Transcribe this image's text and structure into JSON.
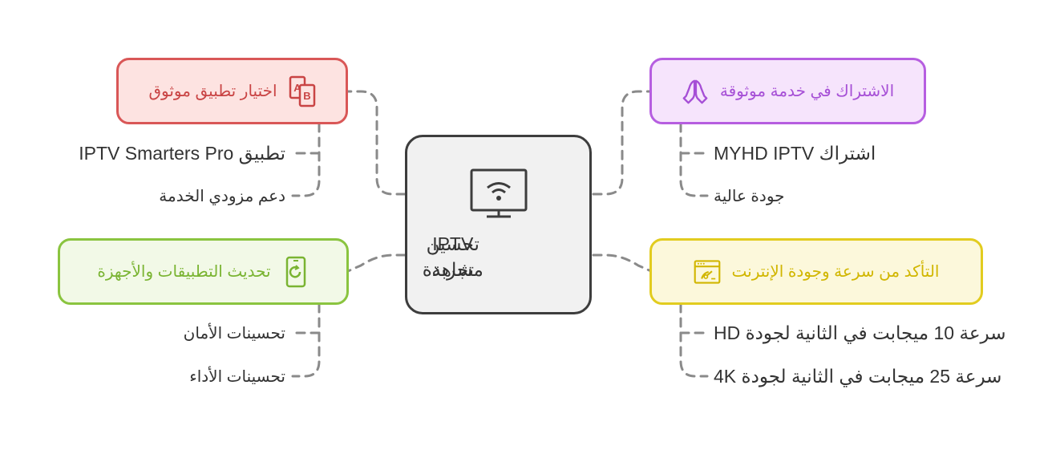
{
  "center": {
    "line1": "تحسين تجربة",
    "line2": "IPTV مشاهدة",
    "icon": "smart-tv-icon",
    "colors": {
      "border": "#3d3d3d",
      "fill": "#f1f1f1"
    }
  },
  "branches": {
    "app": {
      "label": "اختيار تطبيق موثوق",
      "icon": "ab-test-icon",
      "colors": {
        "border": "#d95757",
        "fill": "#fde3e1",
        "text": "#c94444"
      },
      "items": [
        "تطبيق IPTV Smarters Pro",
        "دعم مزودي الخدمة"
      ]
    },
    "subscription": {
      "label": "الاشتراك في خدمة موثوقة",
      "icon": "praying-hands-icon",
      "colors": {
        "border": "#b65ee0",
        "fill": "#f6e4fc",
        "text": "#a64fd6"
      },
      "items": [
        "اشتراك MYHD IPTV",
        "جودة عالية"
      ]
    },
    "update": {
      "label": "تحديث التطبيقات والأجهزة",
      "icon": "phone-refresh-icon",
      "colors": {
        "border": "#8ac43f",
        "fill": "#f2f9e7",
        "text": "#7ab432"
      },
      "items": [
        "تحسينات الأمان",
        "تحسينات الأداء"
      ]
    },
    "internet": {
      "label": "التأكد من سرعة وجودة الإنترنت",
      "icon": "browser-speed-icon",
      "colors": {
        "border": "#e2cc1f",
        "fill": "#fcf8db",
        "text": "#d1b600"
      },
      "items": [
        "سرعة 10 ميجابت في الثانية لجودة HD",
        "سرعة 25 ميجابت في الثانية لجودة 4K"
      ]
    }
  },
  "connector_color": "#8a8a8a"
}
